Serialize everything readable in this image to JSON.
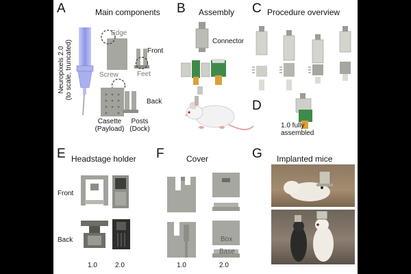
{
  "panels": {
    "A": {
      "letter": "A",
      "title": "Main components",
      "side_label_line1": "Neuropixels 2.0",
      "side_label_line2": "(to scale, truncated)",
      "edge": "Edge",
      "front": "Front",
      "feet": "Feet",
      "screw": "Screw",
      "back": "Back",
      "casette_line1": "Casette",
      "casette_line2": "(Payload)",
      "posts_line1": "Posts",
      "posts_line2": "(Dock)"
    },
    "B": {
      "letter": "B",
      "title": "Assembly",
      "connector": "Connector"
    },
    "C": {
      "letter": "C",
      "title": "Procedure overview"
    },
    "D": {
      "letter": "D",
      "caption_line1": "1.0 fully",
      "caption_line2": "assembled"
    },
    "E": {
      "letter": "E",
      "title": "Headstage holder",
      "front": "Front",
      "back": "Back",
      "v1": "1.0",
      "v2": "2.0"
    },
    "F": {
      "letter": "F",
      "title": "Cover",
      "v1": "1.0",
      "v2": "2.0",
      "box": "Box",
      "base": "Base"
    },
    "G": {
      "letter": "G",
      "title": "Implanted mice"
    }
  },
  "colors": {
    "background": "#000000",
    "figure_bg": "#ffffff",
    "part_grey": "#a7a7a2",
    "part_dark": "#3d3d3a",
    "probe_blue": "#8d96e6",
    "pcb_green": "#3f8a4a",
    "flex_gold": "#d9a13a",
    "mouse_tail": "#e8a7a5"
  }
}
